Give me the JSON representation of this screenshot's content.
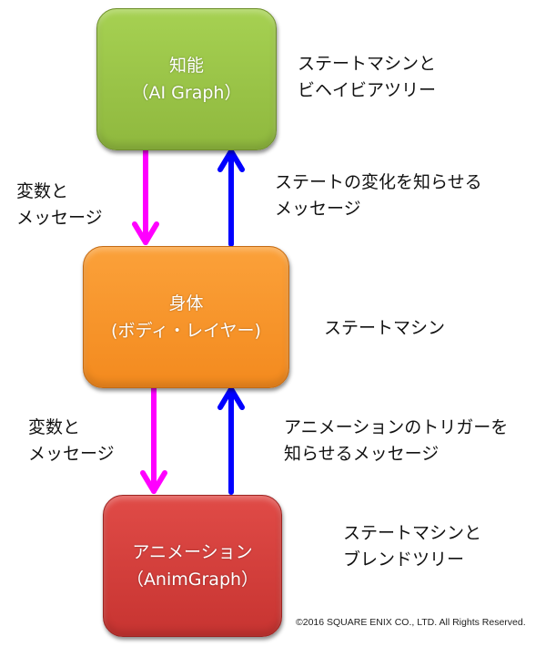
{
  "colors": {
    "intelligence_box": "#9bc548",
    "body_box": "#f7941e",
    "animation_box": "#d33f3c",
    "downward_arrow": "#ff00ff",
    "upward_arrow": "#0000ff"
  },
  "nodes": {
    "intelligence": {
      "line1": "知能",
      "line2": "（AI Graph）"
    },
    "body": {
      "line1": "身体",
      "line2": "(ボディ・レイヤー)"
    },
    "animation": {
      "line1": "アニメーション",
      "line2": "（AnimGraph）"
    }
  },
  "side_notes": {
    "intelligence": {
      "line1": "ステートマシンと",
      "line2": "ビヘイビアツリー"
    },
    "body": {
      "line1": "ステートマシン"
    },
    "animation": {
      "line1": "ステートマシンと",
      "line2": "ブレンドツリー"
    }
  },
  "edges": {
    "intel_to_body": {
      "direction": "down",
      "line1": "変数と",
      "line2": "メッセージ"
    },
    "body_to_intel": {
      "direction": "up",
      "line1": "ステートの変化を知らせる",
      "line2": "メッセージ"
    },
    "body_to_anim": {
      "direction": "down",
      "line1": "変数と",
      "line2": "メッセージ"
    },
    "anim_to_body": {
      "direction": "up",
      "line1": "アニメーションのトリガーを",
      "line2": "知らせるメッセージ"
    }
  },
  "copyright": "©2016 SQUARE ENIX CO., LTD. All Rights Reserved."
}
